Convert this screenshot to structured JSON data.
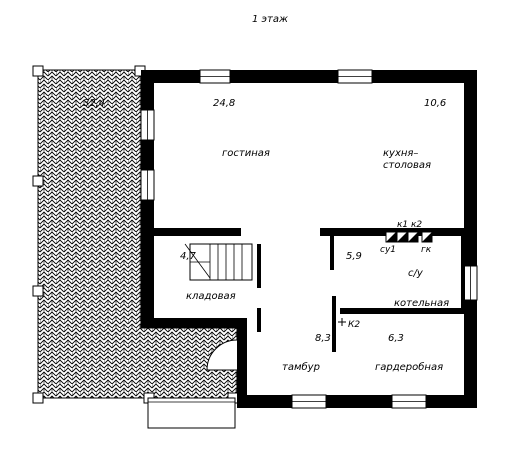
{
  "title": "1  этаж",
  "rooms": {
    "terrace": {
      "area": "32,4"
    },
    "living": {
      "name": "гостиная",
      "area": "24,8"
    },
    "kitchen": {
      "name_line1": "кухня–",
      "name_line2": "столовая",
      "area": "10,6"
    },
    "storage": {
      "name": "кладовая",
      "area": "4,7"
    },
    "bathroom": {
      "name": "су1",
      "area": "5,9"
    },
    "boiler": {
      "name": "котельная",
      "label": "с/у"
    },
    "vestibule": {
      "name": "тамбур",
      "area": "8,3"
    },
    "wardrobe": {
      "name": "гардеробная",
      "area": "6,3"
    }
  },
  "fixtures": {
    "k1": "к1",
    "k2": "к2",
    "su1": "су1",
    "gk": "гк",
    "k2_riser": "К2"
  },
  "colors": {
    "wall": "#000000",
    "hatch": "#000000",
    "background": "#ffffff"
  }
}
